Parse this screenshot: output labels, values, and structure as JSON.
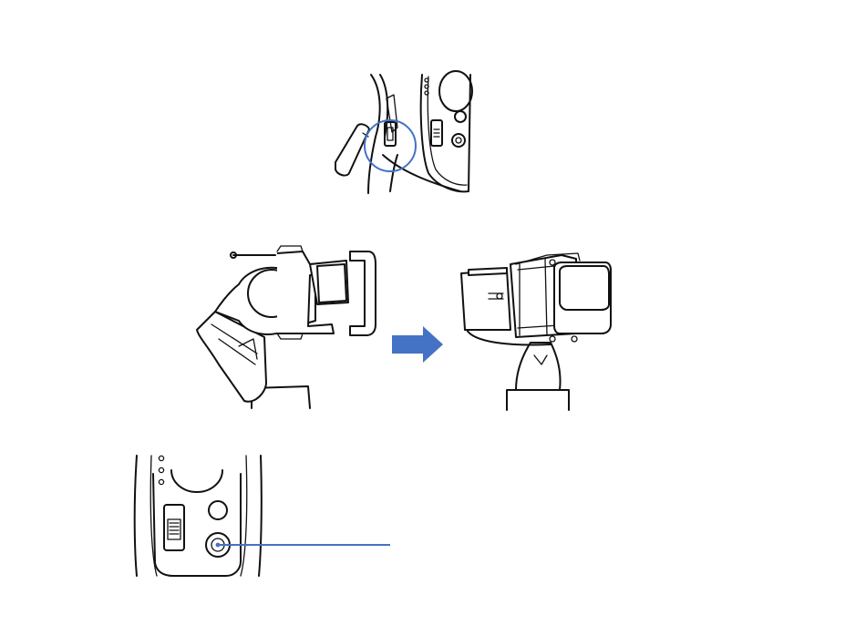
{
  "colors": {
    "ink": "#111111",
    "accent": "#4472c4",
    "background": "#ffffff"
  },
  "figures": [
    {
      "name": "port-detail",
      "icon": "usb-port-circle-highlight"
    },
    {
      "name": "gimbal-folded",
      "icon": "gimbal-folded-with-clamp"
    },
    {
      "name": "direction-arrow",
      "icon": "right-arrow-icon"
    },
    {
      "name": "gimbal-mounted",
      "icon": "gimbal-with-camera"
    },
    {
      "name": "button-detail",
      "icon": "power-button-callout"
    }
  ]
}
